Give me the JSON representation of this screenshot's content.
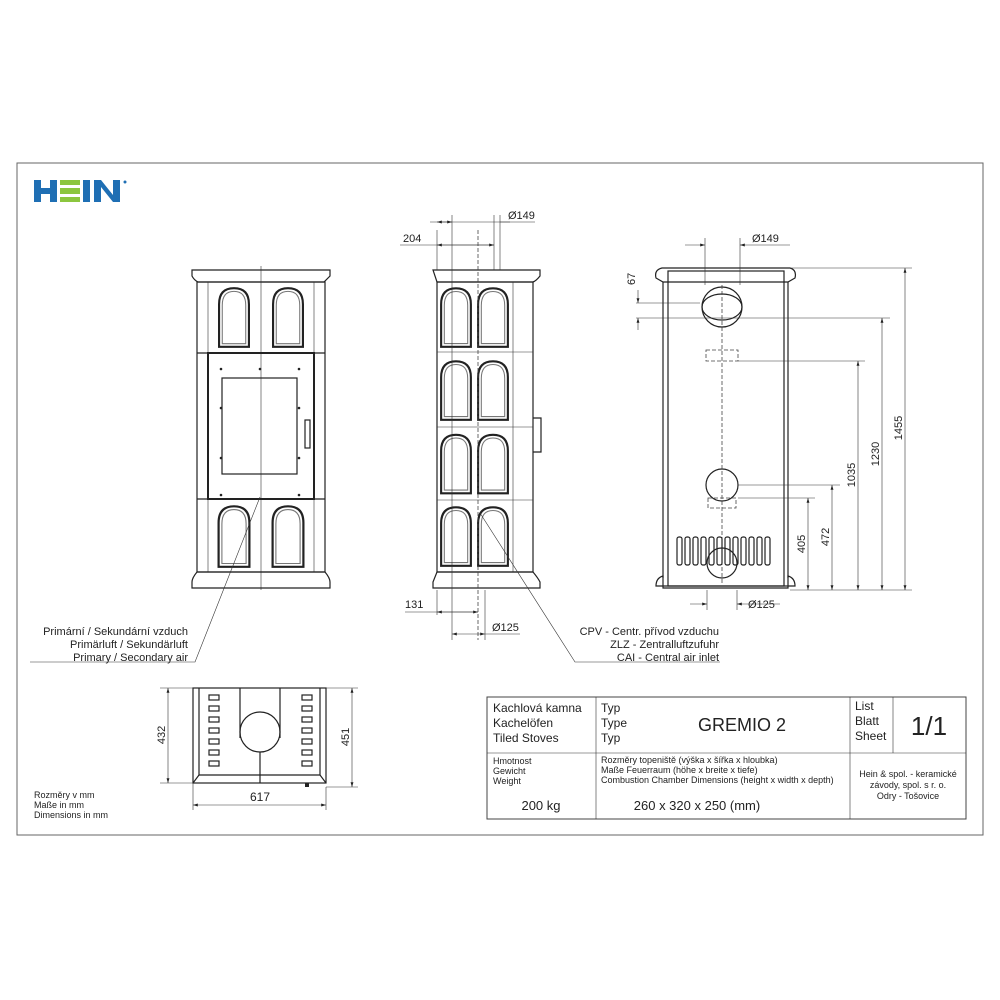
{
  "logo": {
    "text": "HEIN",
    "colors": {
      "blue": "#1f6fb4",
      "green": "#8cc63f"
    }
  },
  "dimensions": {
    "side_view": {
      "top_width": "204",
      "flue_diameter": "Ø149",
      "bottom_offset": "131",
      "air_inlet_diameter": "Ø125"
    },
    "back_view": {
      "flue_diameter": "Ø149",
      "flue_offset": "67",
      "air_inlet_diameter": "Ø125",
      "h405": "405",
      "h472": "472",
      "h1035": "1035",
      "h1230": "1230",
      "h1455": "1455"
    },
    "top_view": {
      "depth_inner": "432",
      "depth_outer": "451",
      "width": "617"
    }
  },
  "callouts": {
    "air": [
      "Primární / Sekundární vzduch",
      "Primärluft / Sekundärluft",
      "Primary / Secondary air"
    ],
    "central_air": [
      "CPV - Centr. přívod vzduchu",
      "ZLZ - Zentralluftzufuhr",
      "CAI - Central air inlet"
    ]
  },
  "units_note": [
    "Rozměry v mm",
    "Maße in mm",
    "Dimensions in mm"
  ],
  "title_block": {
    "category": [
      "Kachlová kamna",
      "Kachelöfen",
      "Tiled Stoves"
    ],
    "type_labels": [
      "Typ",
      "Type",
      "Typ"
    ],
    "model": "GREMIO 2",
    "sheet_labels": [
      "List",
      "Blatt",
      "Sheet"
    ],
    "sheet": "1/1",
    "weight_labels": [
      "Hmotnost",
      "Gewicht",
      "Weight"
    ],
    "weight": "200 kg",
    "chamber_labels": [
      "Rozměry topeniště (výška x šířka x hloubka)",
      "Maße Feuerraum (höhe x breite x tiefe)",
      "Combustion Chamber Dimensions (height x width x depth)"
    ],
    "chamber": "260 x 320 x 250 (mm)",
    "company": [
      "Hein & spol. - keramické",
      "závody, spol. s r. o.",
      "Odry - Tošovice"
    ]
  }
}
